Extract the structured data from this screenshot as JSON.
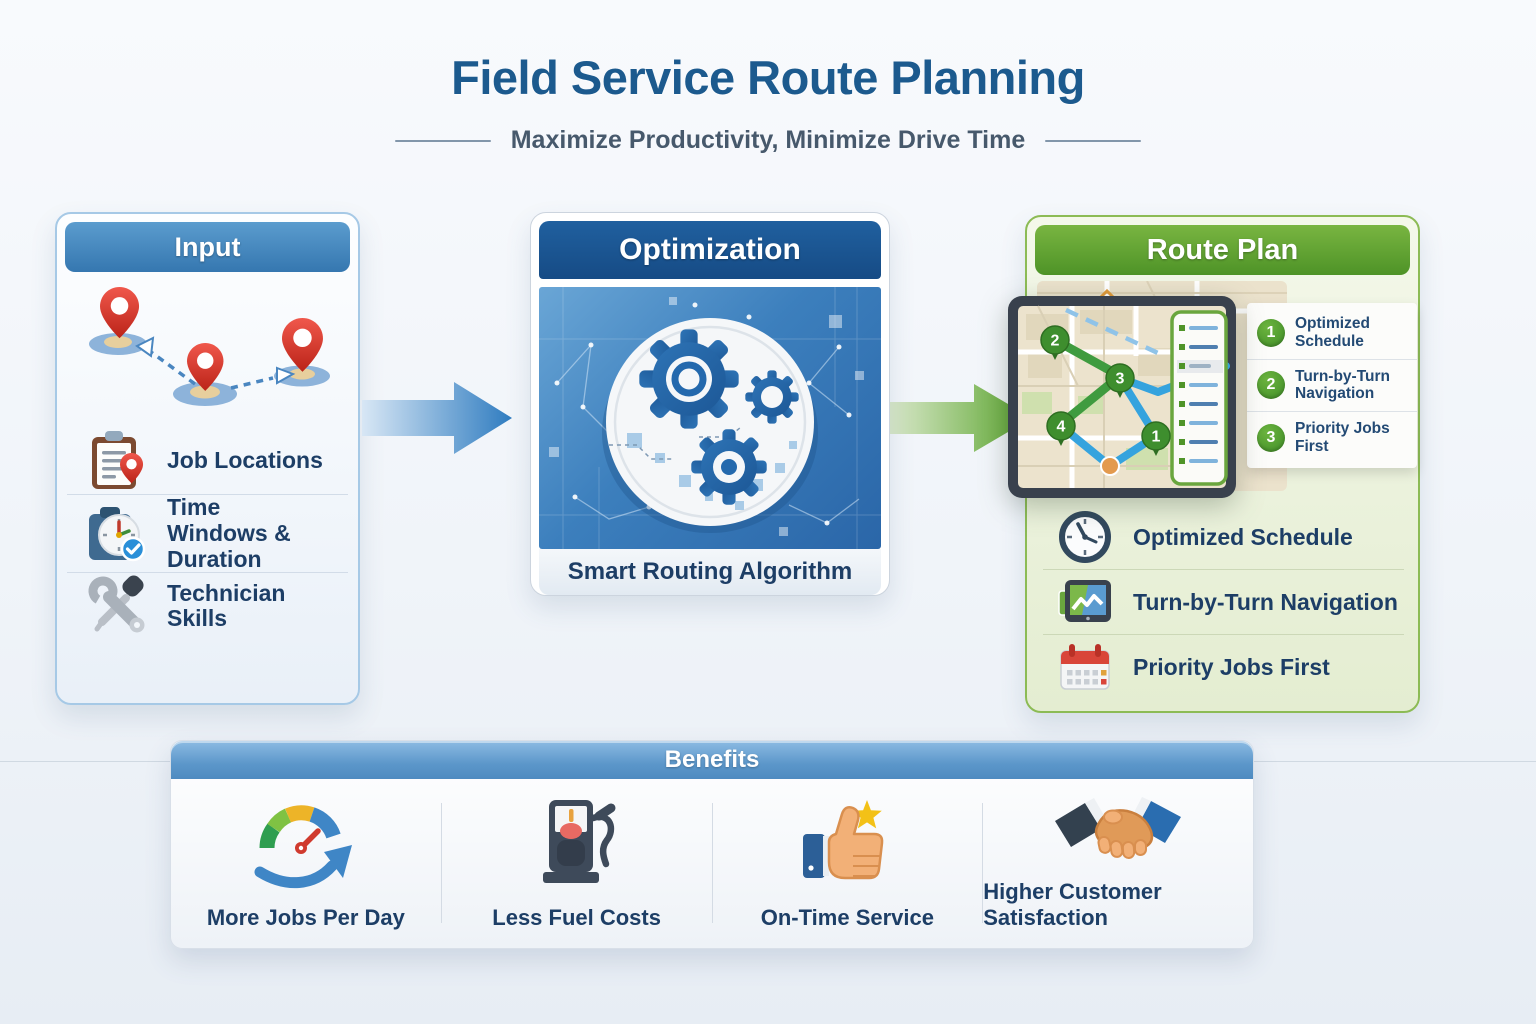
{
  "header": {
    "title": "Field Service Route Planning",
    "subtitle": "Maximize Productivity, Minimize Drive Time"
  },
  "input_panel": {
    "title": "Input",
    "illustration": "map-pins-route-icon",
    "items": [
      {
        "icon": "clipboard-pin-icon",
        "label": "Job Locations"
      },
      {
        "icon": "clock-check-icon",
        "label": "Time Windows & Duration"
      },
      {
        "icon": "tools-icon",
        "label": "Technician Skills"
      }
    ]
  },
  "flow": {
    "arrow1": "arrow-right-blue",
    "arrow2": "arrow-right-green"
  },
  "optimization_panel": {
    "title": "Optimization",
    "illustration": "gears-icon",
    "caption": "Smart Routing Algorithm"
  },
  "route_plan_panel": {
    "title": "Route Plan",
    "map_stops": [
      "1",
      "2",
      "3",
      "4"
    ],
    "mini_list": [
      {
        "number": "1",
        "label": "Optimized Schedule"
      },
      {
        "number": "2",
        "label": "Turn-by-Turn Navigation"
      },
      {
        "number": "3",
        "label": "Priority Jobs First"
      }
    ],
    "items": [
      {
        "icon": "clock-icon",
        "label": "Optimized Schedule"
      },
      {
        "icon": "tablet-map-icon",
        "label": "Turn-by-Turn Navigation"
      },
      {
        "icon": "calendar-icon",
        "label": "Priority Jobs First"
      }
    ]
  },
  "benefits": {
    "title": "Benefits",
    "items": [
      {
        "icon": "speedometer-icon",
        "label": "More Jobs Per Day"
      },
      {
        "icon": "fuel-pump-icon",
        "label": "Less Fuel Costs"
      },
      {
        "icon": "thumbs-up-icon",
        "label": "On-Time Service"
      },
      {
        "icon": "handshake-icon",
        "label": "Higher Customer Satisfaction"
      }
    ]
  },
  "colors": {
    "title_blue": "#1c5a8e",
    "input_header_blue": "#3577b0",
    "optimization_header_blue": "#164b85",
    "route_header_green": "#4e9327",
    "benefits_header_blue": "#4e8ac0",
    "text_navy": "#1d3e66",
    "pin_red": "#d0281e",
    "route_green": "#3e8e2e",
    "route_blue": "#35a3de"
  }
}
